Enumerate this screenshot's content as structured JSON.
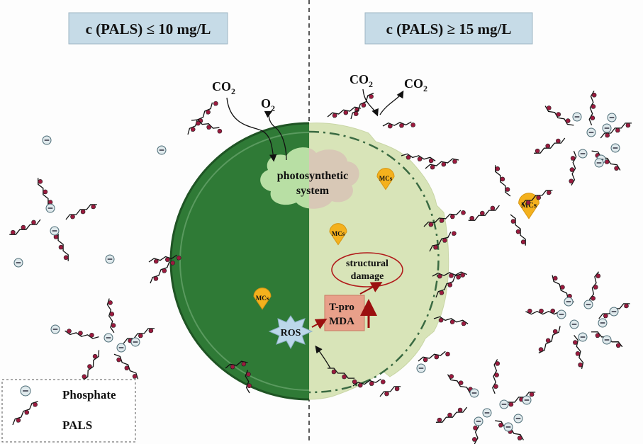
{
  "headers": {
    "left": "c (PALS) ≤ 10 mg/L",
    "right": "c (PALS) ≥ 15 mg/L"
  },
  "gases": {
    "co2": "CO",
    "co2_sub": "2",
    "o2": "O",
    "o2_sub": "2"
  },
  "cell": {
    "photosystem_line1": "photosynthetic",
    "photosystem_line2": "system",
    "mcs": "MCs",
    "structural_line1": "structural",
    "structural_line2": "damage",
    "tpro": "T-pro",
    "mda": "MDA",
    "ros": "ROS"
  },
  "legend": {
    "phosphate": "Phosphate",
    "pals": "PALS"
  },
  "colors": {
    "header_fill": "#c6dbe7",
    "cell_dark": "#2f7a36",
    "cell_light": "#d8e4b8",
    "cloud": "#b8dfa4",
    "mcs_marker": "#f4b11d",
    "damage_ellipse": "#b11b1b",
    "tpro_box": "#e8a08a",
    "ros_star": "#bcd7ea",
    "pals_dot": "#9b1a3e",
    "phosphate_fill": "#dfe9ec"
  }
}
